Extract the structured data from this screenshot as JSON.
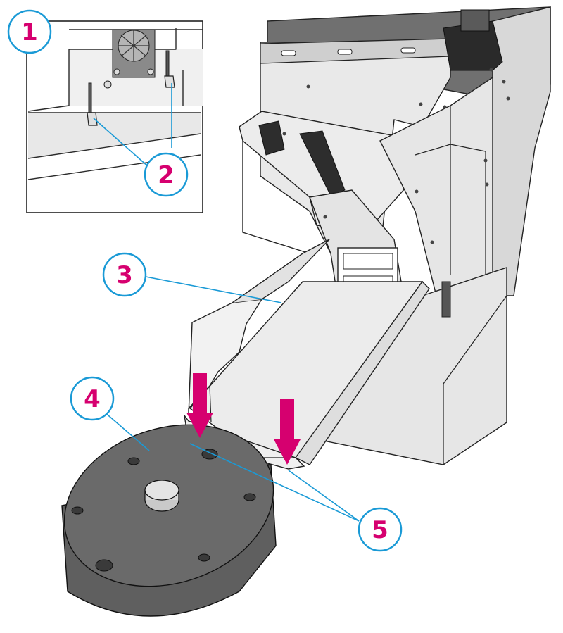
{
  "callouts": [
    {
      "id": "1",
      "label": "1"
    },
    {
      "id": "2",
      "label": "2"
    },
    {
      "id": "3",
      "label": "3"
    },
    {
      "id": "4",
      "label": "4"
    },
    {
      "id": "5",
      "label": "5"
    }
  ],
  "colors": {
    "callout_number": "#d6006f",
    "callout_ring": "#1a9ad6",
    "leader_line": "#1a9ad6",
    "arrow": "#d6006f",
    "body_gray": "#e4e4e4",
    "dark_gray": "#555555",
    "spindle_gray": "#5f5f5f"
  }
}
